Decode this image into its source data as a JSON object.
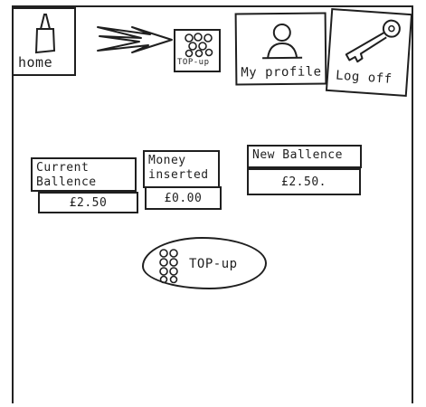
{
  "nav": {
    "home_label": "home",
    "topup_label": "TOP-up",
    "profile_label": "My profile",
    "logoff_label": "Log off"
  },
  "balances": {
    "current": {
      "label_line1": "Current",
      "label_line2": "Ballence",
      "value": "£2.50"
    },
    "money_inserted": {
      "label_line1": "Money",
      "label_line2": "inserted",
      "value": "£0.00"
    },
    "new": {
      "label": "New Ballence",
      "value": "£2.50."
    }
  },
  "topup_button": {
    "label": "TOP-up"
  },
  "icons": {
    "home": "home-icon",
    "arrow": "arrow-icon",
    "coins": "coins-icon",
    "person": "person-icon",
    "key": "key-icon"
  }
}
